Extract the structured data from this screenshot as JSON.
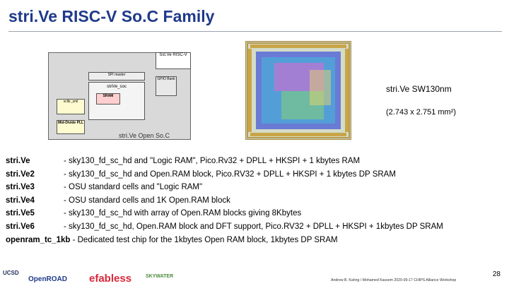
{
  "slide": {
    "title": "stri.Ve RISC-V So.C Family",
    "chip_name": "stri.Ve SW130nm",
    "chip_dimensions": "(2.743 x 2.751 mm²)"
  },
  "diagram": {
    "caption": "stri.Ve Open So.C",
    "top_block": "Sst.Ve RISC-V",
    "spi_block": "SPI master",
    "core_block": "striVe_soc",
    "sram_block": "SRAM",
    "gpio_block": "GPIO Bank",
    "pll_block": "Mid-Divide PLL",
    "clk_block": "xclkr_sml"
  },
  "items": [
    {
      "name": "stri.Ve",
      "desc": "- sky130_fd_sc_hd and \"Logic RAM\", Pico.Rv32 + DPLL + HKSPI + 1 kbytes RAM"
    },
    {
      "name": "stri.Ve2",
      "desc": "- sky130_fd_sc_hd and Open.RAM block, Pico.RV32 + DPLL + HKSPI + 1 kbytes DP SRAM"
    },
    {
      "name": "stri.Ve3",
      "desc": "- OSU standard cells and \"Logic RAM\""
    },
    {
      "name": "stri.Ve4",
      "desc": "- OSU standard cells and 1K Open.RAM block"
    },
    {
      "name": "stri.Ve5",
      "desc": "- sky130_fd_sc_hd with array of Open.RAM blocks giving 8Kbytes"
    },
    {
      "name": "stri.Ve6",
      "desc": "- sky130_fd_sc_hd, Open.RAM block and DFT support, Pico.RV32 + DPLL + HKSPI + 1kbytes DP SRAM"
    }
  ],
  "last_item": {
    "name": "openram_tc_1kb",
    "desc": " - Dedicated test chip for the 1kbytes Open RAM block, 1kbytes DP SRAM"
  },
  "footer": {
    "logo1": "UCSD",
    "logo2": "OpenROAD",
    "logo3": "efabless",
    "logo4": "SKYWATER",
    "credit": "Andrew B. Kahng / Mohamed Kassem 2020-09-17 CHIPS Alliance Workshop",
    "page_number": "28"
  }
}
